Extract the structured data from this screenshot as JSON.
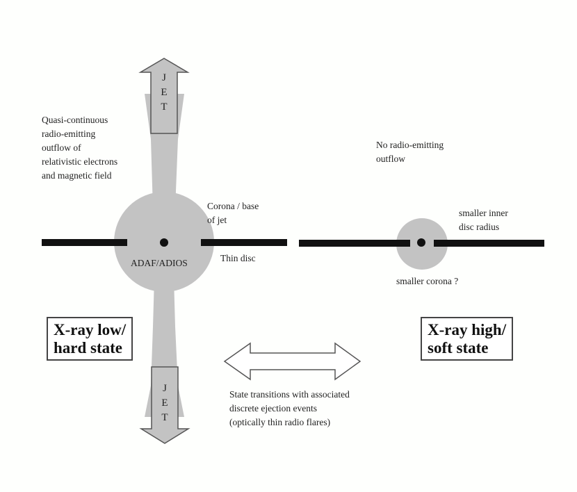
{
  "left_panel": {
    "top_jet_label": "JET",
    "bottom_jet_label": "JET",
    "outflow_label": "Quasi-continuous\nradio-emitting\noutflow of\nrelativistic electrons\nand magnetic field",
    "corona_label": "Corona / base\n    of jet",
    "adaf_label": "ADAF/ADIOS",
    "thin_disc_label": "Thin disc",
    "state_label": "X-ray low/\nhard state"
  },
  "right_panel": {
    "no_outflow_label": "No radio-emitting\noutflow",
    "smaller_radius_label": "smaller inner\ndisc radius",
    "smaller_corona_label": "smaller corona ?",
    "state_label": "X-ray high/\nsoft state"
  },
  "transition": {
    "label": "State transitions with associated\ndiscrete ejection events\n(optically thin radio flares)"
  },
  "colors": {
    "background": "#fefffd",
    "corona_fill": "#c3c3c3",
    "disc": "#111111",
    "outline": "#444444"
  }
}
